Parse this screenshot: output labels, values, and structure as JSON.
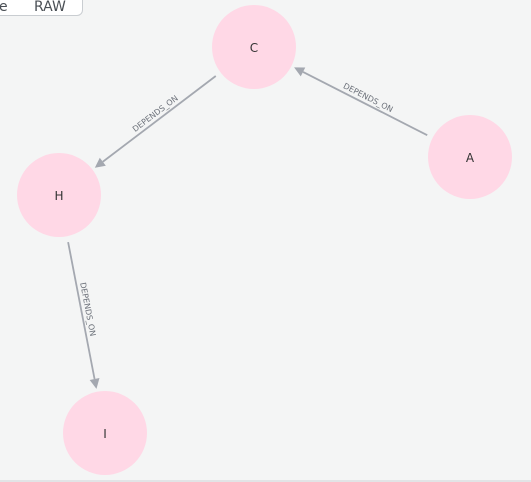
{
  "tabs": {
    "prev_fragment": "e",
    "raw_label": "RAW"
  },
  "graph": {
    "nodes": [
      {
        "id": "C",
        "label": "C"
      },
      {
        "id": "A",
        "label": "A"
      },
      {
        "id": "H",
        "label": "H"
      },
      {
        "id": "I",
        "label": "I"
      }
    ],
    "edges": [
      {
        "from": "A",
        "to": "C",
        "label": "DEPENDS_ON"
      },
      {
        "from": "C",
        "to": "H",
        "label": "DEPENDS_ON"
      },
      {
        "from": "H",
        "to": "I",
        "label": "DEPENDS_ON"
      }
    ]
  },
  "colors": {
    "node_fill": "#ffd8e6",
    "edge": "#a4a8b0",
    "background": "#f4f5f5"
  }
}
